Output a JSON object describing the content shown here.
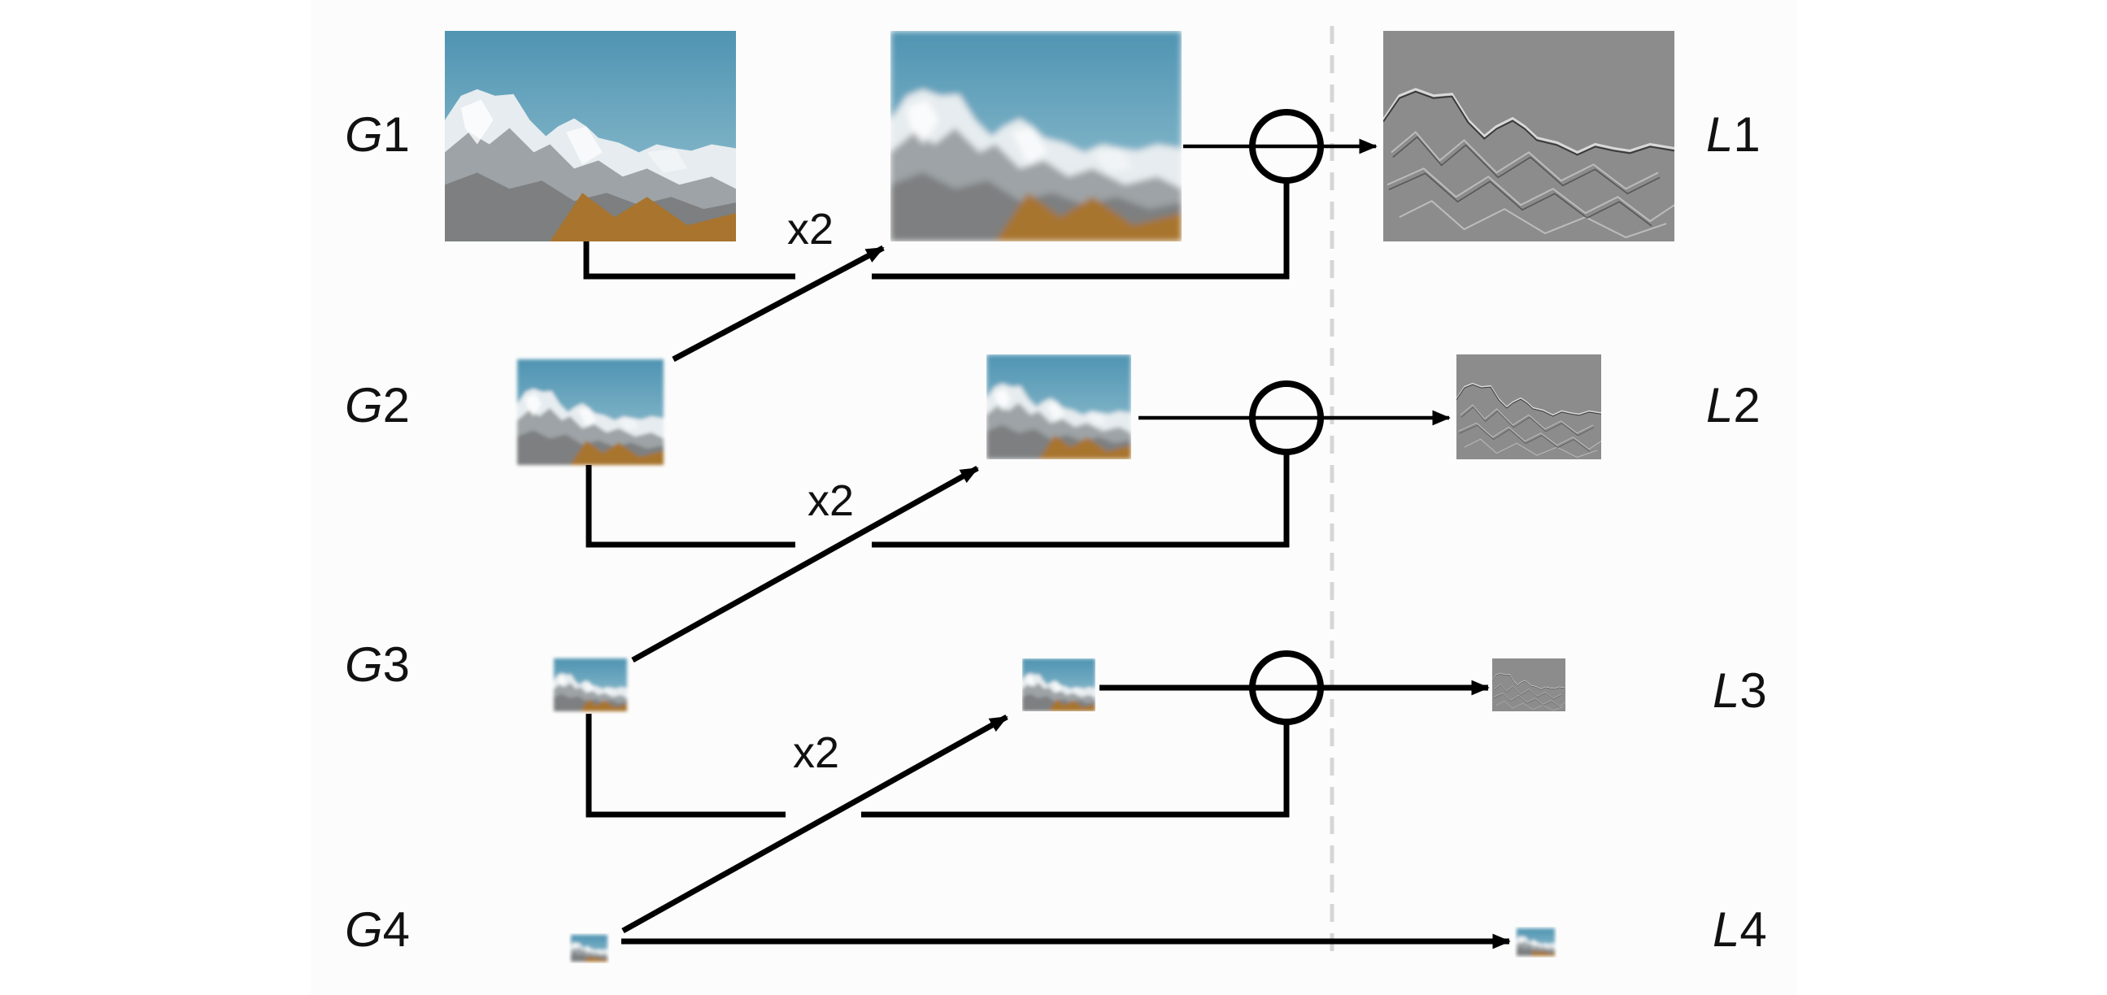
{
  "levels": [
    {
      "g_prefix": "G",
      "g_num": "1",
      "l_prefix": "L",
      "l_num": "1",
      "upsample": "x2"
    },
    {
      "g_prefix": "G",
      "g_num": "2",
      "l_prefix": "L",
      "l_num": "2",
      "upsample": "x2"
    },
    {
      "g_prefix": "G",
      "g_num": "3",
      "l_prefix": "L",
      "l_num": "3",
      "upsample": "x2"
    },
    {
      "g_prefix": "G",
      "g_num": "4",
      "l_prefix": "L",
      "l_num": "4"
    }
  ],
  "colors": {
    "sky_top": "#4f94b2",
    "sky_bottom": "#9cc6d4",
    "snow": "#e9eef0",
    "rock": "#6a6d70",
    "earth": "#a8742e",
    "laplacian_gray": "#8c8c8c"
  },
  "image_content": "snowy-mountain-photo"
}
